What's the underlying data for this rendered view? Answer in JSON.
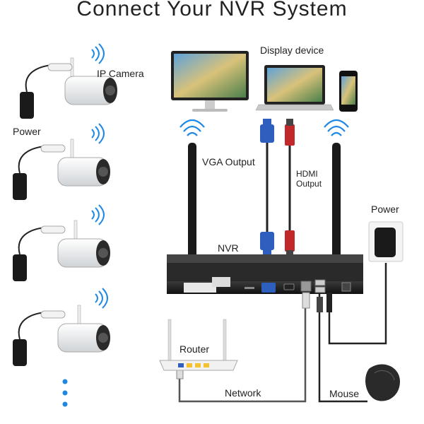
{
  "title": "Connect Your NVR System",
  "labels": {
    "ip_camera": "IP Camera",
    "power_left": "Power",
    "display_device": "Display device",
    "vga_output": "VGA Output",
    "hdmi_output_line1": "HDMI",
    "hdmi_output_line2": "Output",
    "nvr": "NVR",
    "power_right": "Power",
    "router": "Router",
    "network": "Network",
    "mouse": "Mouse"
  },
  "colors": {
    "wifi": "#1e88e5",
    "vga_cable": "#2e5fbf",
    "hdmi_cable": "#c0282a",
    "nvr_body": "#1b1b1b",
    "dots": "#1e88e5"
  },
  "cameras_count": 4
}
